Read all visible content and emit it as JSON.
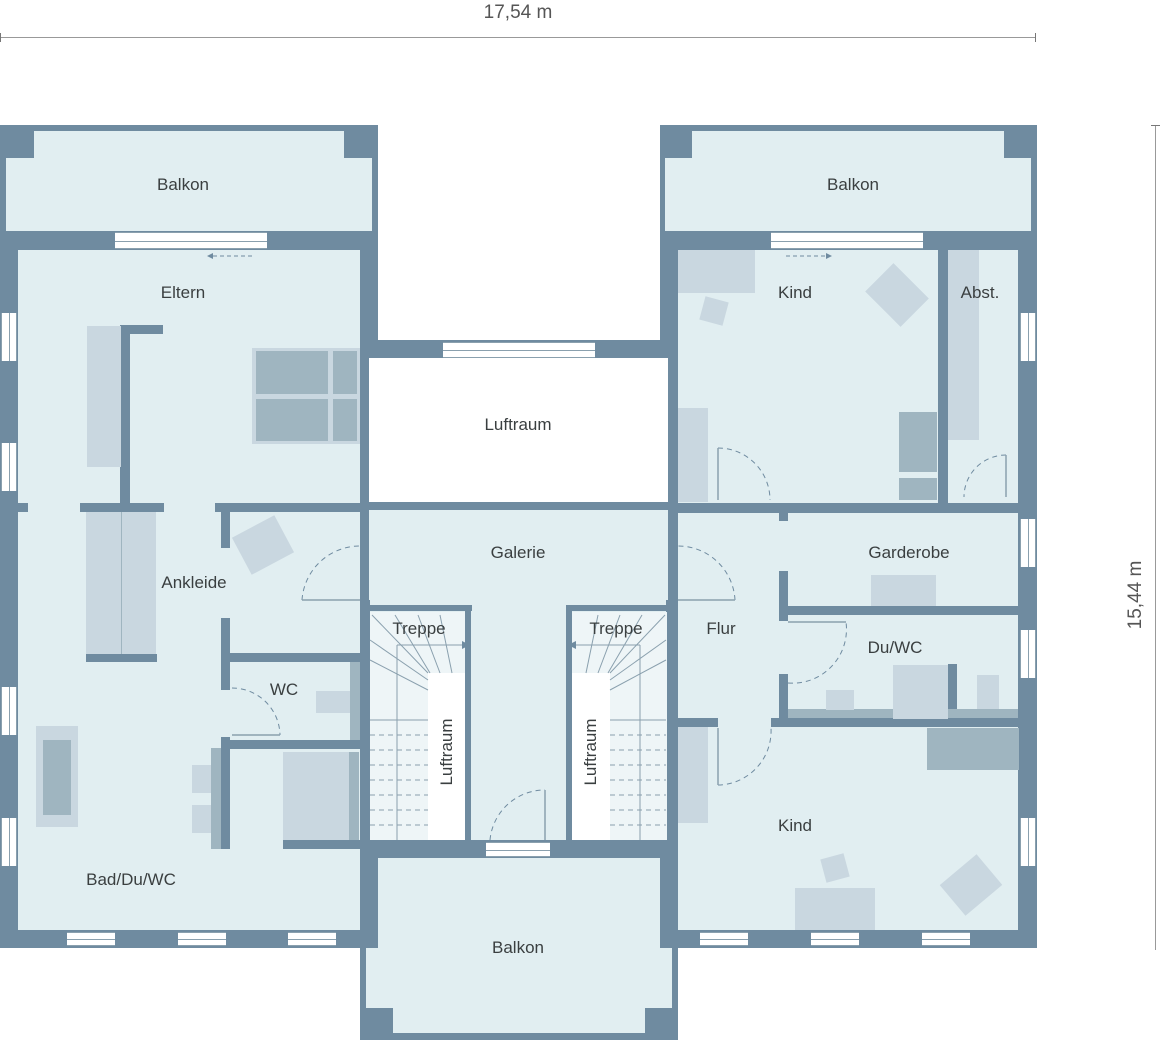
{
  "dimensions": {
    "width_label": "17,54 m",
    "depth_label": "15,44 m"
  },
  "rooms": {
    "balkon_left": "Balkon",
    "balkon_right": "Balkon",
    "balkon_bottom": "Balkon",
    "eltern": "Eltern",
    "ankleide": "Ankleide",
    "wc": "WC",
    "bad": "Bad/Du/WC",
    "luftraum_top": "Luftraum",
    "galerie": "Galerie",
    "treppe_left": "Treppe",
    "treppe_right": "Treppe",
    "luftraum_stair_left": "Luftraum",
    "luftraum_stair_right": "Luftraum",
    "kind_top": "Kind",
    "abst": "Abst.",
    "garderobe": "Garderobe",
    "flur": "Flur",
    "du_wc": "Du/WC",
    "kind_bottom": "Kind"
  },
  "colors": {
    "wall": "#6f8ba0",
    "floor": "#e1eef1",
    "furniture_light": "#c9d7e0",
    "furniture_dark": "#9fb5c0",
    "text": "#3a3f40"
  }
}
